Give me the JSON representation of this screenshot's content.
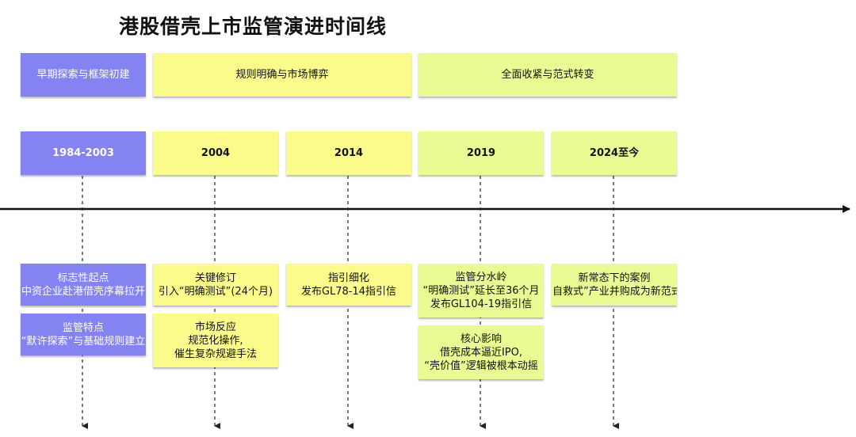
{
  "title": "港股借壳上市监管演进时间线",
  "colors": {
    "purple": "#8582f2",
    "yellow": "#fbfb8c",
    "green": "#e9fb93"
  },
  "phases": [
    {
      "label": "早期探索与框架初建"
    },
    {
      "label": "规则明确与市场博弈"
    },
    {
      "label": "全面收紧与范式转变"
    }
  ],
  "years": [
    "1984-2003",
    "2004",
    "2014",
    "2019",
    "2024至今"
  ],
  "details": {
    "col1_a": {
      "line1": "标志性起点",
      "line2": "中资企业赴港借壳序幕拉开"
    },
    "col1_b": {
      "line1": "监管特点",
      "line2": "“默许探索”与基础规则建立"
    },
    "col2_a": {
      "line1": "关键修订",
      "line2": "引入“明确测试”(24个月)"
    },
    "col2_b": {
      "line1": "市场反应",
      "line2": "规范化操作,",
      "line3": "催生复杂规避手法"
    },
    "col3_a": {
      "line1": "指引细化",
      "line2": "发布GL78-14指引信"
    },
    "col4_a": {
      "line1": "监管分水岭",
      "line2": "“明确测试”延长至36个月",
      "line3": "发布GL104-19指引信"
    },
    "col4_b": {
      "line1": "核心影响",
      "line2": "借壳成本逼近IPO,",
      "line3": "“壳价值”逻辑被根本动摇"
    },
    "col5_a": {
      "line1": "新常态下的案例",
      "line2": "“自救式”产业并购成为新范式"
    }
  }
}
